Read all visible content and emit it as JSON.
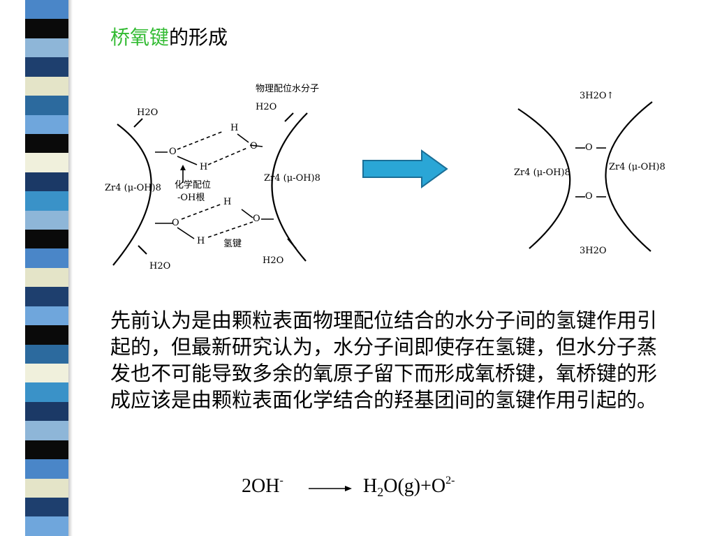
{
  "title": {
    "highlight": "桥氧键",
    "rest": "的形成"
  },
  "left_figure": {
    "label_top_right": "物理配位水分子",
    "h2o_top_left": "H2O",
    "h2o_top_right": "H2O",
    "h2o_bottom_left": "H2O",
    "h2o_bottom_right": "H2O",
    "zr_left": "Zr4 (μ-OH)8",
    "zr_right": "Zr4 (μ-OH)8",
    "chem_coord": "化学配位",
    "oh_root": "-OH根",
    "hydrogen_bond": "氢键",
    "atom_h": "H",
    "atom_o": "O"
  },
  "right_figure": {
    "top_water": "3H2O↑",
    "bottom_water": "3H2O",
    "zr_left": "Zr4 (μ-OH)8",
    "zr_right": "Zr4 (μ-OH)8",
    "atom_o": "O"
  },
  "paragraph": "先前认为是由颗粒表面物理配位结合的水分子间的氢键作用引起的，但最新研究认为，水分子间即使存在氢键，但水分子蒸发也不可能导致多余的氧原子留下而形成氧桥键，氧桥键的形成应该是由颗粒表面化学结合的羟基团间的氢键作用引起的。",
  "equation": {
    "reactant": "2OH",
    "reactant_charge": "-",
    "p_h": "H",
    "p_sub": "2",
    "p_mid": "O(g)+O",
    "p_charge": "2-"
  },
  "colors": {
    "title_highlight": "#33bb33",
    "arrow_fill": "#2aa6d6",
    "stripes": [
      "#1e3f6e",
      "#4a86c8",
      "#0a0a0a",
      "#8eb6d8",
      "#e4e4c8",
      "#2c6a9e",
      "#6fa6dc",
      "#1b3966",
      "#3a92c8",
      "#f0f0dc"
    ]
  }
}
